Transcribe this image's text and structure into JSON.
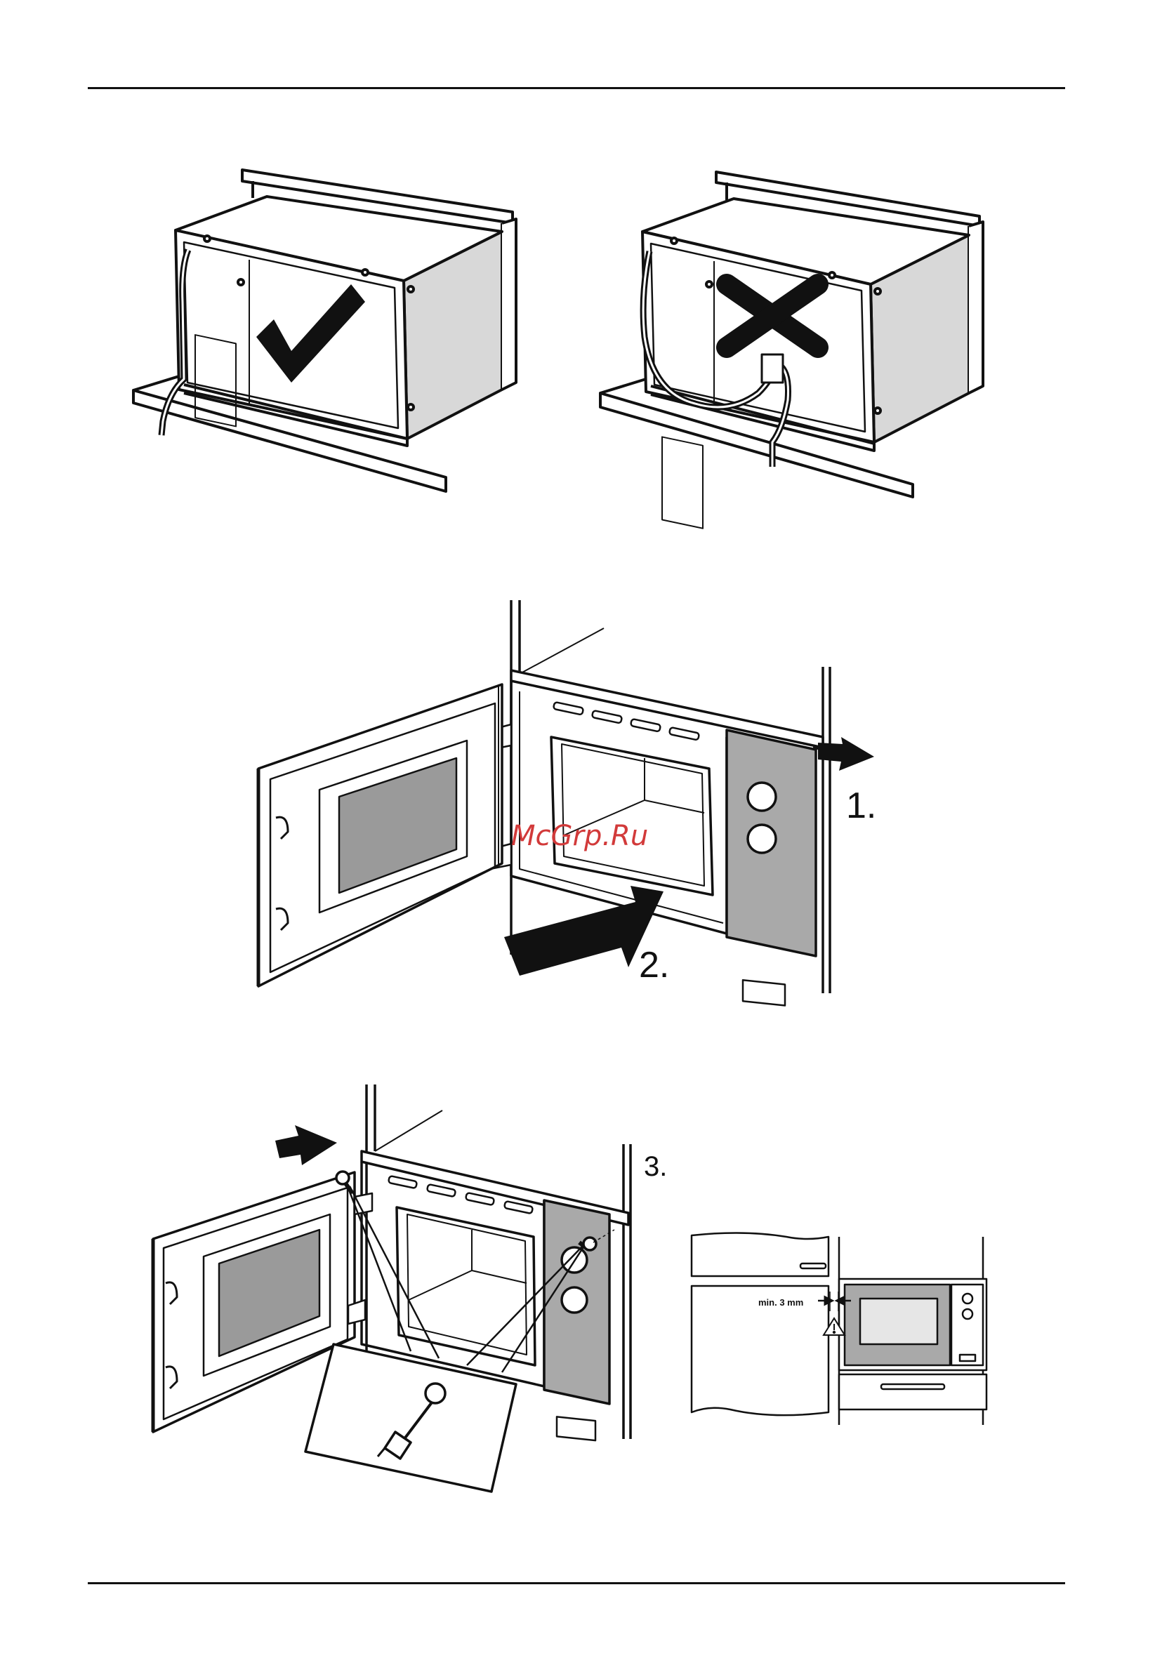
{
  "steps": {
    "step1": "1.",
    "step2": "2.",
    "step3": "3."
  },
  "watermark": "McGrp.Ru",
  "clearance_label": "min. 3 mm",
  "colors": {
    "line": "#111111",
    "panel_gray": "#a9a9a9",
    "window_gray": "#9a9a9a",
    "side_gray": "#d8d8d8",
    "watermark": "#d23a3a"
  },
  "icons": [
    "check-icon",
    "cross-icon",
    "arrow-icon",
    "warning-triangle-icon",
    "screwdriver-icon",
    "screw-icon"
  ]
}
